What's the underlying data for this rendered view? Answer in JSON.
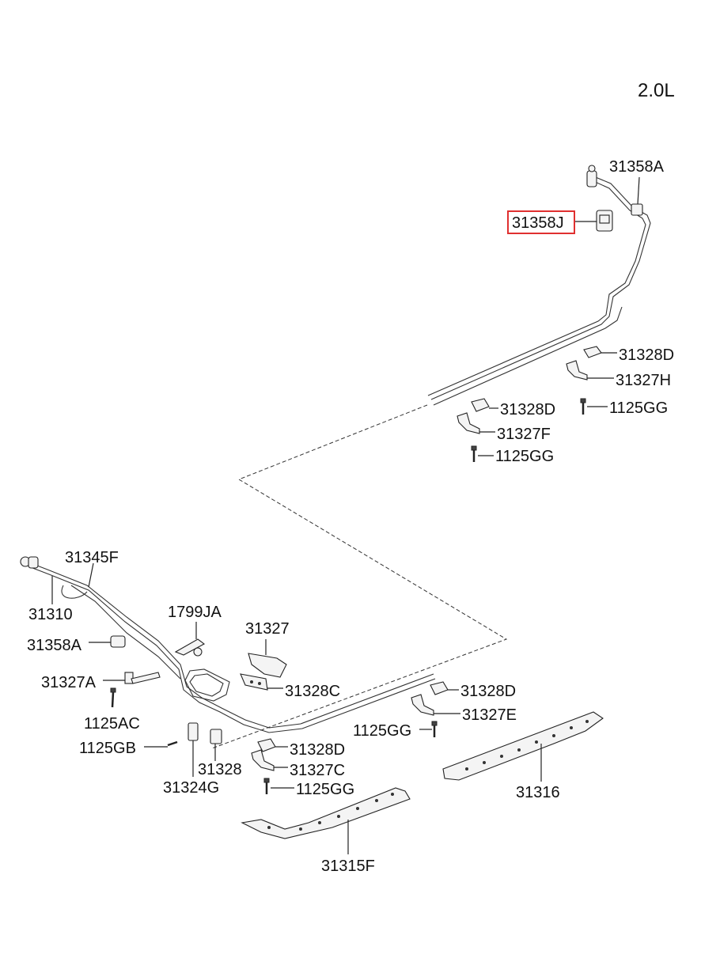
{
  "engine_label": "2.0L",
  "highlighted_part": "31358J",
  "highlight_color": "#e03030",
  "parts": {
    "p31358A_top": "31358A",
    "p31358J": "31358J",
    "p31328D_a": "31328D",
    "p31327H": "31327H",
    "p1125GG_a": "1125GG",
    "p31328D_b": "31328D",
    "p31327F": "31327F",
    "p1125GG_b": "1125GG",
    "p31345F": "31345F",
    "p31310": "31310",
    "p1799JA": "1799JA",
    "p31327": "31327",
    "p31358A_bottom": "31358A",
    "p31327A": "31327A",
    "p31328C": "31328C",
    "p1125AC": "1125AC",
    "p31328D_c": "31328D",
    "p31327E": "31327E",
    "p1125GG_c": "1125GG",
    "p1125GB": "1125GB",
    "p31328D_d": "31328D",
    "p31328": "31328",
    "p31327C": "31327C",
    "p31324G": "31324G",
    "p1125GG_d": "1125GG",
    "p31316": "31316",
    "p31315F": "31315F"
  }
}
